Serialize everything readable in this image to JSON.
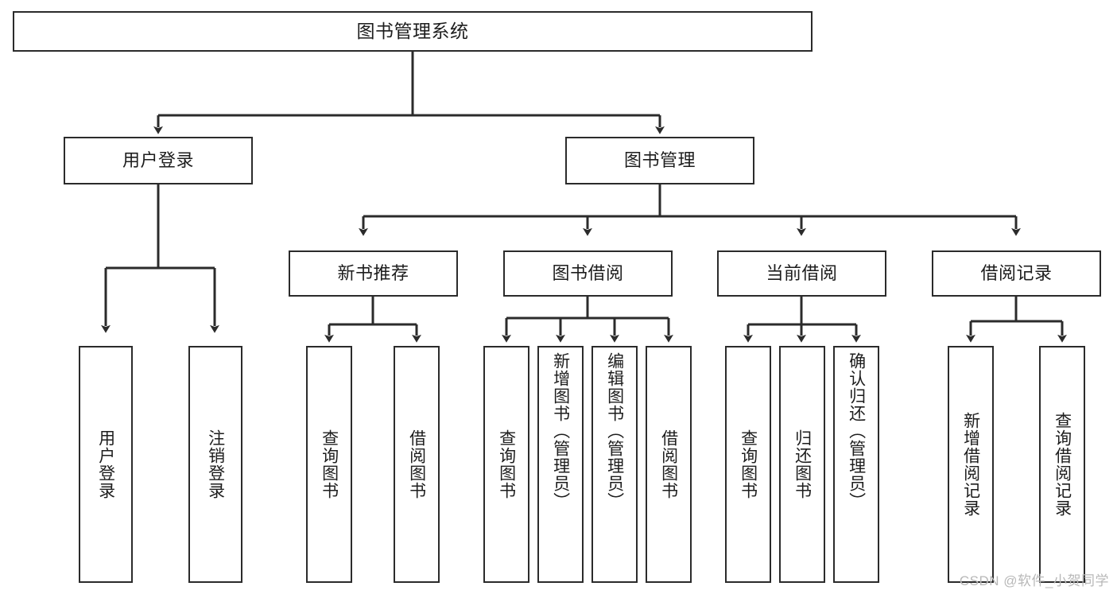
{
  "diagram": {
    "type": "tree-flowchart",
    "title_node": {
      "label": "图书管理系统"
    },
    "level2": [
      {
        "id": "user-login",
        "label": "用户登录"
      },
      {
        "id": "book-manage",
        "label": "图书管理"
      }
    ],
    "level3": [
      {
        "id": "new-book-rec",
        "label": "新书推荐"
      },
      {
        "id": "book-borrow",
        "label": "图书借阅"
      },
      {
        "id": "current-borrow",
        "label": "当前借阅"
      },
      {
        "id": "borrow-record",
        "label": "借阅记录"
      }
    ],
    "leaves": {
      "user_login": [
        {
          "id": "leaf-user-login",
          "label": "用户登录"
        },
        {
          "id": "leaf-logout-login",
          "label": "注销登录"
        }
      ],
      "new_book_rec": [
        {
          "id": "leaf-query-book-1",
          "label": "查询图书"
        },
        {
          "id": "leaf-borrow-book-1",
          "label": "借阅图书"
        }
      ],
      "book_borrow": [
        {
          "id": "leaf-query-book-2",
          "label": "查询图书"
        },
        {
          "id": "leaf-add-book",
          "label": "新增图书（管理员）"
        },
        {
          "id": "leaf-edit-book",
          "label": "编辑图书（管理员）"
        },
        {
          "id": "leaf-borrow-book-2",
          "label": "借阅图书"
        }
      ],
      "current_borrow": [
        {
          "id": "leaf-query-book-3",
          "label": "查询图书"
        },
        {
          "id": "leaf-return-book",
          "label": "归还图书"
        },
        {
          "id": "leaf-confirm-return",
          "label": "确认归还（管理员）"
        }
      ],
      "borrow_record": [
        {
          "id": "leaf-add-record",
          "label": "新增借阅记录"
        },
        {
          "id": "leaf-query-record",
          "label": "查询借阅记录"
        }
      ]
    },
    "colors": {
      "stroke": "#2b2b2b",
      "fill": "#ffffff",
      "text": "#1d1d1d",
      "watermark": "#b8b8b8"
    }
  },
  "watermark": {
    "text": "CSDN @软件_小贺同学"
  }
}
